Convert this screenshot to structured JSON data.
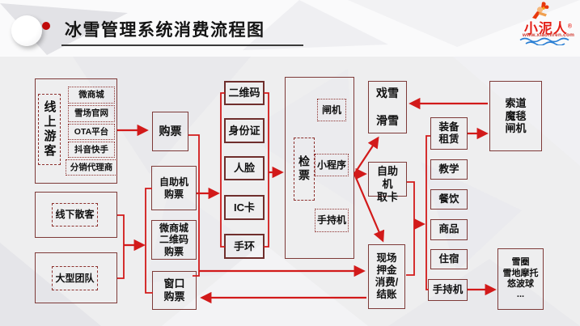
{
  "header": {
    "title": "冰雪管理系统消费流程图"
  },
  "logo": {
    "brand": "小泥人",
    "reg": "®",
    "url": "www.xiaoniren.com"
  },
  "colors": {
    "arrow_red": "#d21a1a",
    "border_maroon": "#7e3a38",
    "brand_red": "#e32119",
    "wave_blue": "#2a7fd4"
  },
  "nodes": {
    "online_visitor": "线上游客",
    "wechat_mall": "微商城",
    "resort_site": "雪场官网",
    "ota_platform": "OTA平台",
    "douyin_kuaishou": "抖音快手",
    "distributor": "分销代理商",
    "offline_visitor": "线下散客",
    "large_team": "大型团队",
    "buy_ticket": "购票",
    "kiosk_ticket": "自助机\n购票",
    "mall_qr_ticket": "微商城\n二维码\n购票",
    "window_ticket": "窗口\n购票",
    "qr_code": "二维码",
    "id_card": "身份证",
    "face": "人脸",
    "ic_card": "IC卡",
    "wristband": "手环",
    "check_ticket": "检票",
    "gate_machine": "闸机",
    "mini_program": "小程序",
    "handheld_check": "手持机",
    "snow_play": "戏雪\n\n滑雪",
    "kiosk_card": "自助\n机\n取卡",
    "onsite_pay": "现场\n押金\n消费/\n结账",
    "equipment_rental": "装备\n租赁",
    "teaching": "教学",
    "catering": "餐饮",
    "goods": "商品",
    "lodging": "住宿",
    "handheld_pos": "手持机",
    "cableway_gate": "索道\n魔毯\n闸机",
    "snow_items": "雪圈\n雪地摩托\n悠波球\n..."
  }
}
